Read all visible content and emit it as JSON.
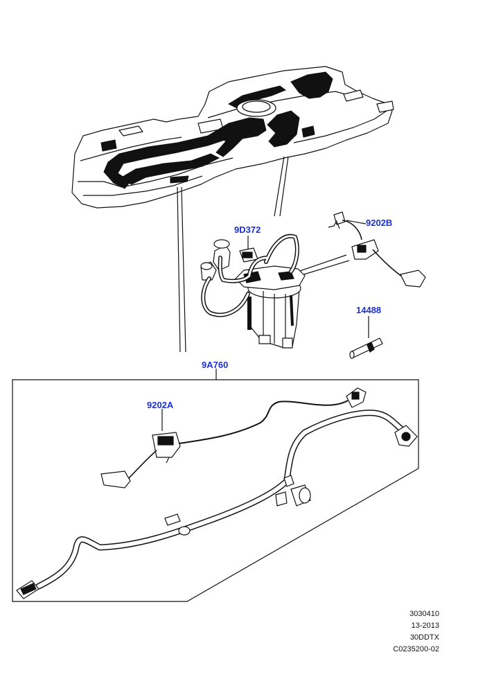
{
  "callouts": {
    "pump_module": "9D372",
    "sender_b": "9202B",
    "tube_part": "14488",
    "harness_kit": "9A760",
    "sender_a": "9202A"
  },
  "reference": {
    "line1": "3030410",
    "line2": "13-2013",
    "line3": "30DDTX",
    "line4": "C0235200-02"
  },
  "colors": {
    "callout": "#1a2fd6",
    "linework": "#111111"
  }
}
